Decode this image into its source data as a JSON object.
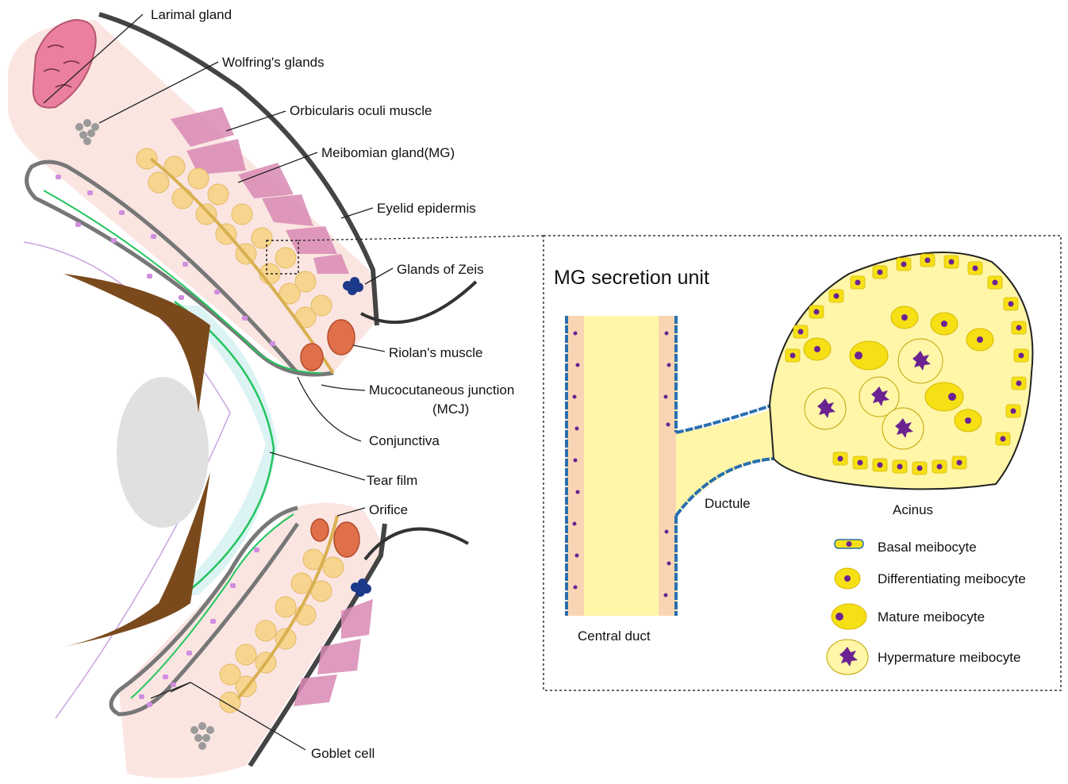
{
  "labels": {
    "lacrimal_gland": "Larimal gland",
    "wolfring_glands": "Wolfring's glands",
    "orbicularis": "Orbicularis oculi muscle",
    "meibomian": "Meibomian gland(MG)",
    "epidermis": "Eyelid epidermis",
    "zeis": "Glands of Zeis",
    "riolan": "Riolan's muscle",
    "mcj_line1": "Mucocutaneous junction",
    "mcj_line2": "(MCJ)",
    "conjunctiva": "Conjunctiva",
    "tear_film": "Tear film",
    "orifice": "Orifice",
    "goblet": "Goblet cell"
  },
  "inset": {
    "title": "MG secretion unit",
    "central_duct": "Central duct",
    "ductule": "Ductule",
    "acinus": "Acinus"
  },
  "legend": {
    "basal": "Basal meibocyte",
    "differentiating": "Differentiating meibocyte",
    "mature": "Mature meibocyte",
    "hypermature": "Hypermature meibocyte"
  },
  "colors": {
    "skin": "#fbe5e1",
    "gland": "#f7d58e",
    "muscle": "#d98ab5",
    "riolan": "#e0704a",
    "zeis": "#1d3a8a",
    "lash": "#7a4a1c",
    "cornea": "#cdeef0",
    "conjunctiva": "#22c55e",
    "goblet": "#d08ee0",
    "acinus_fill": "#fff6a8",
    "cell_yellow": "#f5e015",
    "nucleus": "#6a2391",
    "outline": "#444444"
  }
}
